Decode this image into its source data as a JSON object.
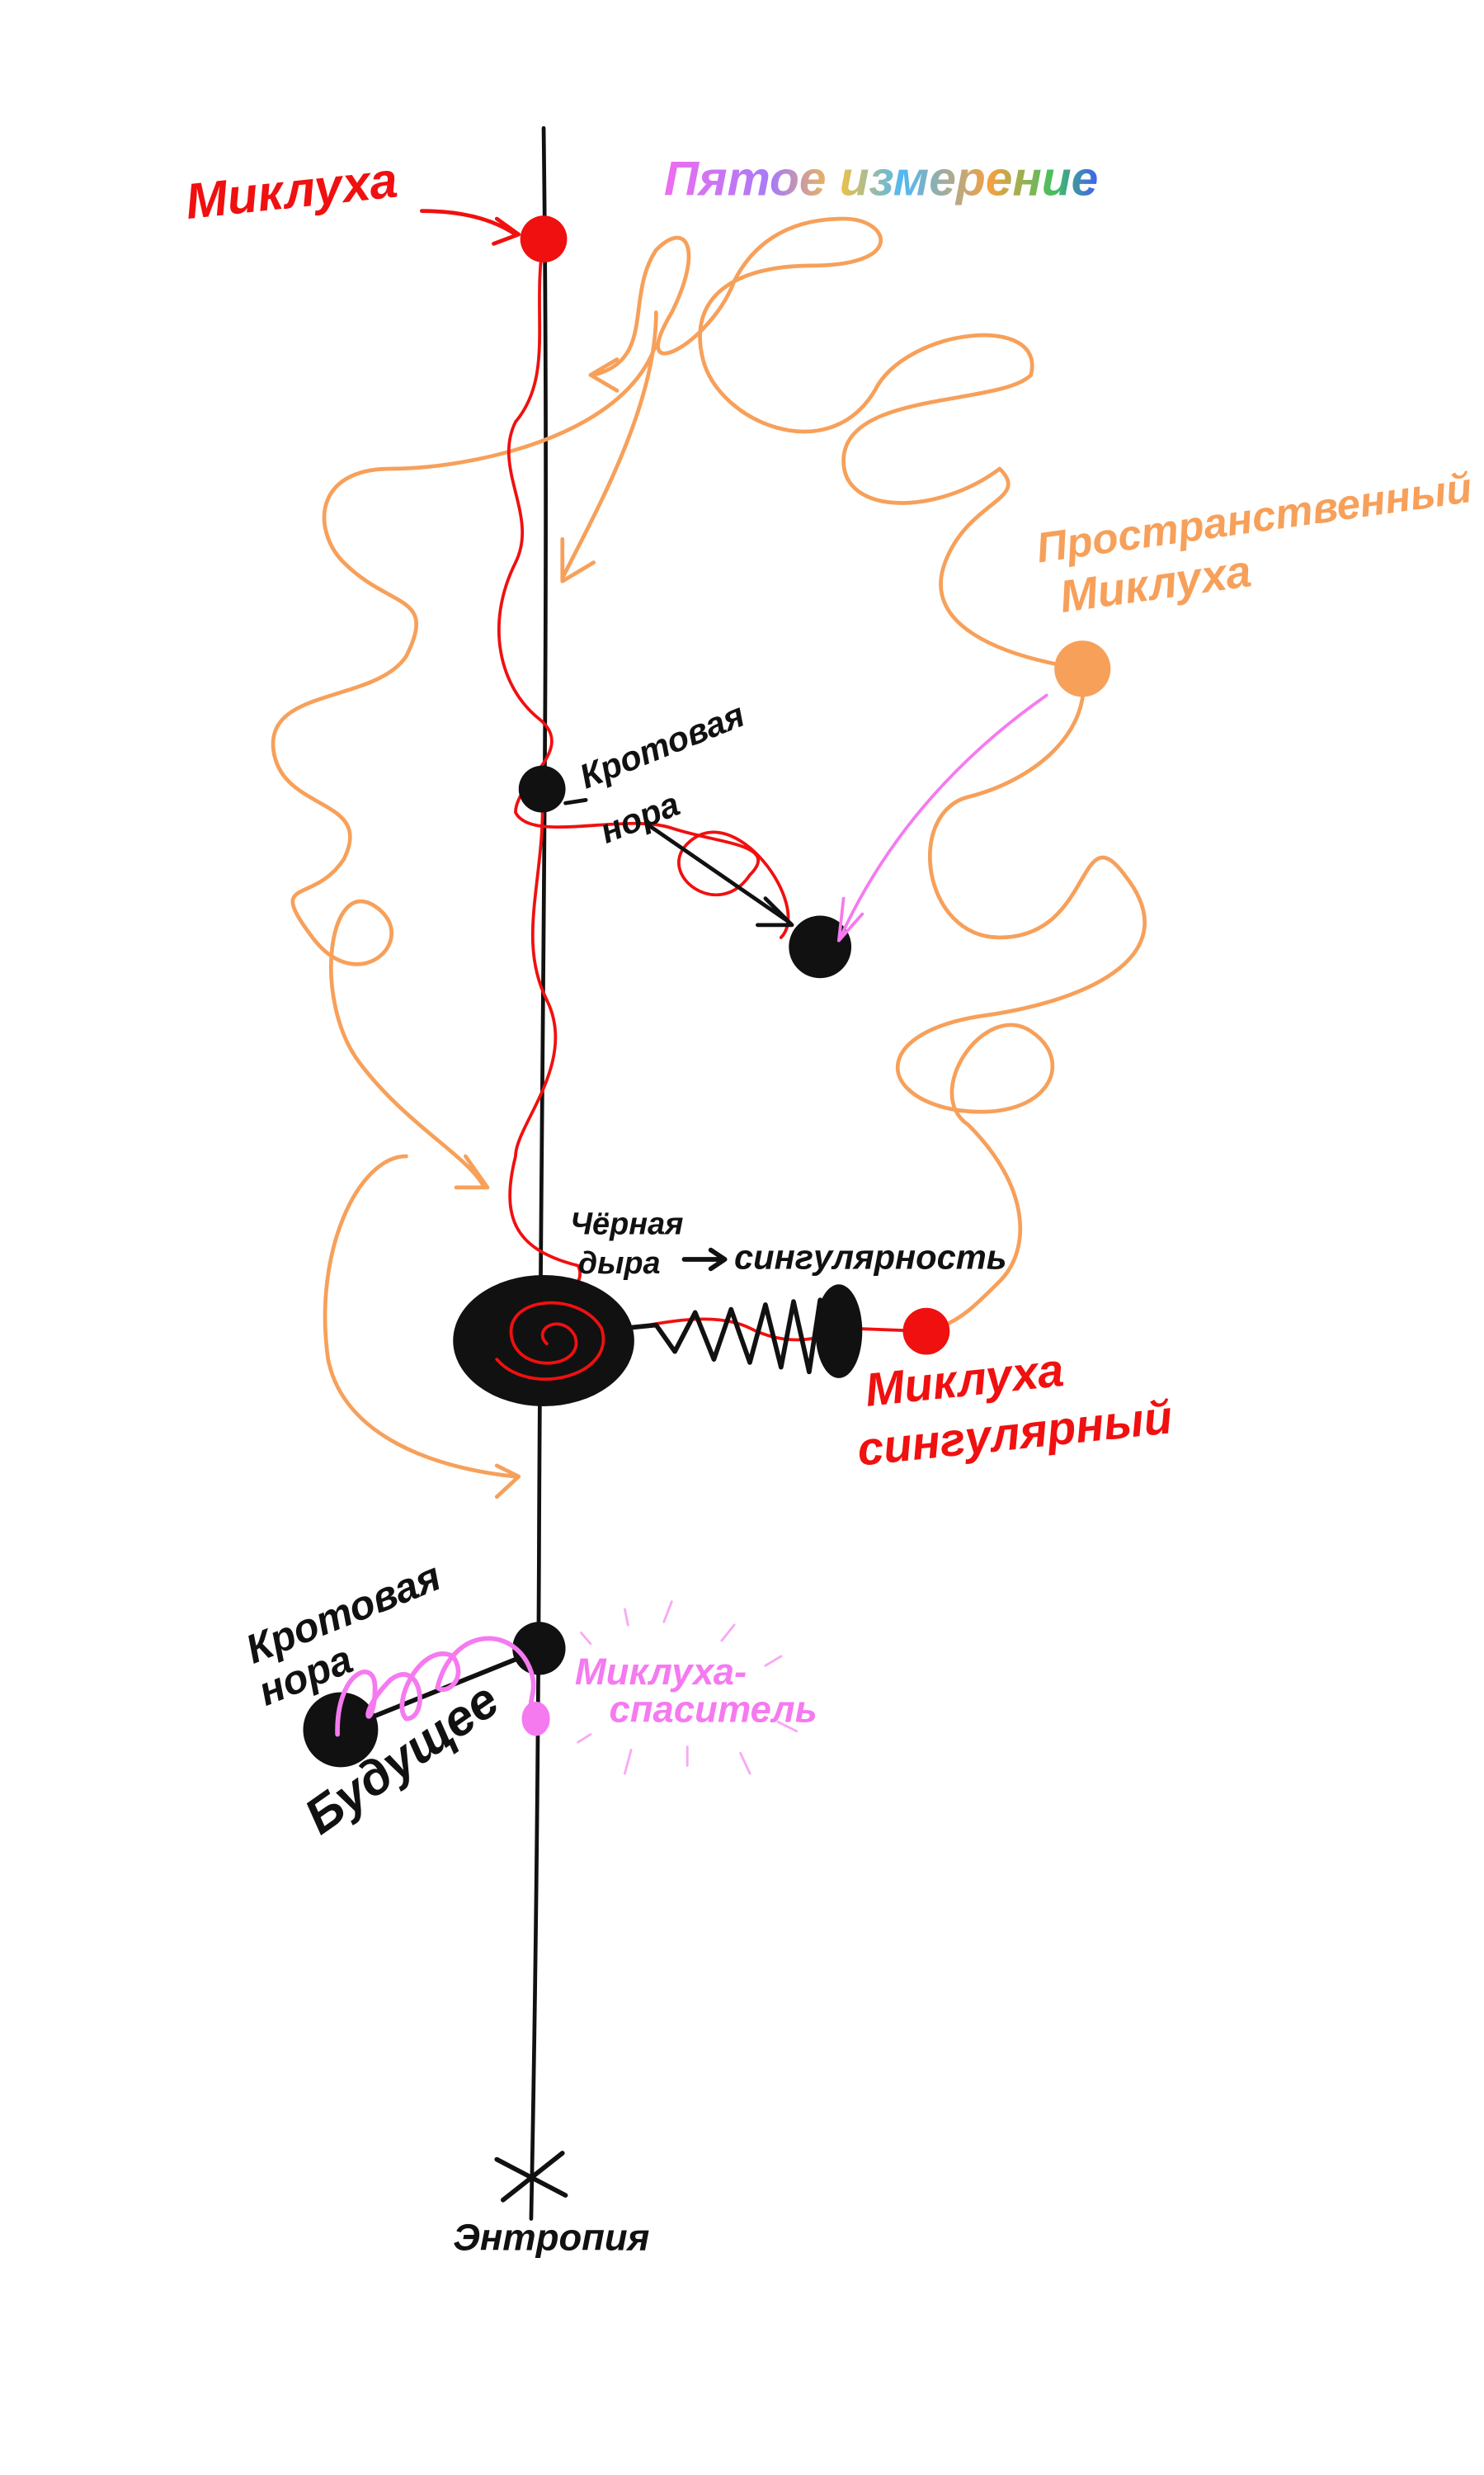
{
  "labels": {
    "miklukha": "Миклуха",
    "fifth_dimension": "Пятое измерение",
    "spatial_line1": "Пространственный",
    "spatial_line2": "Миклуха",
    "wormhole_top_line1": "Кротовая",
    "wormhole_top_line2": "нора",
    "black_hole_line1": "Чёрная",
    "black_hole_line2": "дыра",
    "singularity": "сингулярность",
    "singular_line1": "Миклуха",
    "singular_line2": "сингулярный",
    "wormhole_bottom_line1": "Кротовая",
    "wormhole_bottom_line2": "нора",
    "future": "Будущее",
    "saviour_line1": "Миклуха-",
    "saviour_line2": "спаситель",
    "entropy": "Энтропия"
  },
  "colors": {
    "red": "#f01010",
    "orange": "#f7a05a",
    "pink": "#f57af0",
    "black": "#111111"
  }
}
